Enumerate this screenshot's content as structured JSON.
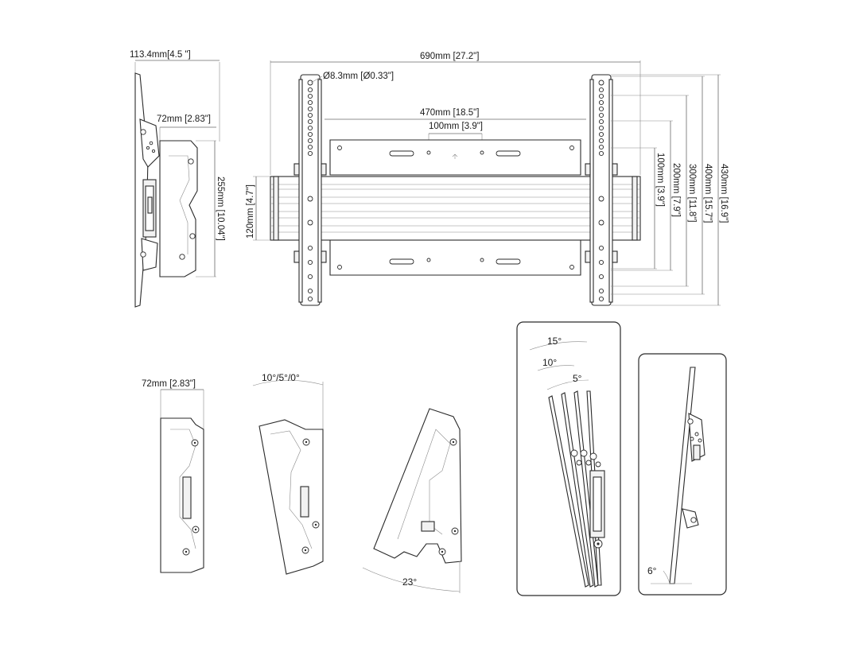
{
  "top_side_view": {
    "depth_label": "113.4mm[4.5 \"]",
    "bracket_depth_label": "72mm [2.83\"]",
    "bracket_height_label": "255mm [10.04\"]"
  },
  "front_view": {
    "width_label": "690mm [27.2\"]",
    "hole_label": "Ø8.3mm [Ø0.33\"]",
    "plate_width_label": "470mm [18.5\"]",
    "hole_spacing_label": "100mm [3.9\"]",
    "rail_height_label": "120mm [4.7\"]",
    "vertical_labels": [
      "100mm [3.9\"]",
      "200mm [7.9\"]",
      "300mm [11.8\"]",
      "400mm [15.7\"]",
      "430mm [16.9\"]"
    ]
  },
  "bracket_views": {
    "depth_label": "72mm [2.83\"]",
    "tilt_label": "10°/5°/0°",
    "extended_angle_label": "23°"
  },
  "tilt_panel": {
    "angle_labels": [
      "15°",
      "10°",
      "5°"
    ]
  },
  "side_panel": {
    "angle_label": "6°"
  }
}
